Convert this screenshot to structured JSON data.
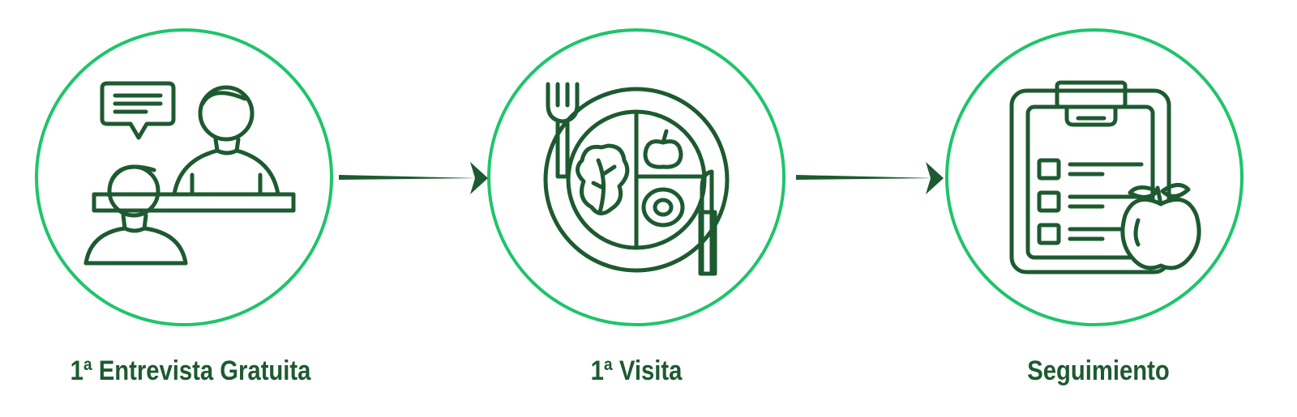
{
  "steps": [
    {
      "label": "1ª Entrevista Gratuita",
      "icon": "interview-icon"
    },
    {
      "label": "1ª Visita",
      "icon": "meal-plate-icon"
    },
    {
      "label": "Seguimiento",
      "icon": "clipboard-apple-icon"
    }
  ],
  "colors": {
    "ring": "#1fc46b",
    "icon": "#1d5a30",
    "label": "#1d5a30",
    "arrow": "#1d5a30"
  }
}
